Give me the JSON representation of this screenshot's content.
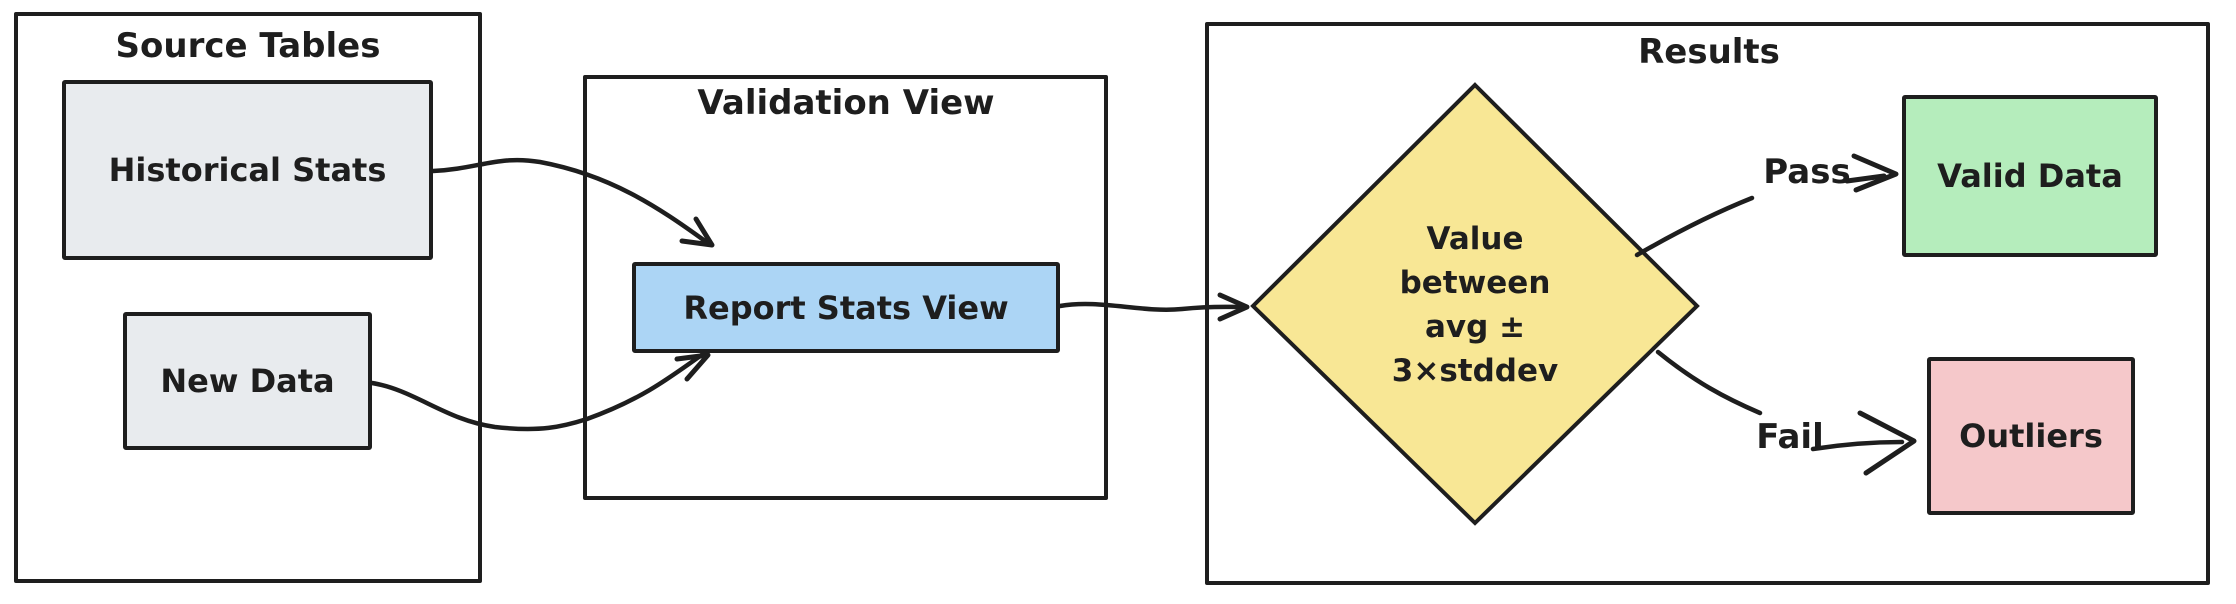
{
  "diagram": {
    "containers": {
      "source": {
        "title": "Source Tables"
      },
      "validation": {
        "title": "Validation View"
      },
      "results": {
        "title": "Results"
      }
    },
    "nodes": {
      "historical_stats": {
        "label": "Historical Stats"
      },
      "new_data": {
        "label": "New Data"
      },
      "report_stats_view": {
        "label": "Report Stats View"
      },
      "decision": {
        "lines": [
          "Value",
          "between",
          "avg ±",
          "3×stddev"
        ]
      },
      "valid_data": {
        "label": "Valid Data"
      },
      "outliers": {
        "label": "Outliers"
      }
    },
    "edges": {
      "pass_label": "Pass",
      "fail_label": "Fail"
    },
    "colors": {
      "stroke": "#1e1e1e",
      "source_fill": "#e8ebee",
      "view_fill": "#acd5f5",
      "decision_fill": "#f8e795",
      "valid_fill": "#b5edbc",
      "outlier_fill": "#f5c8ca",
      "background": "#ffffff"
    }
  }
}
